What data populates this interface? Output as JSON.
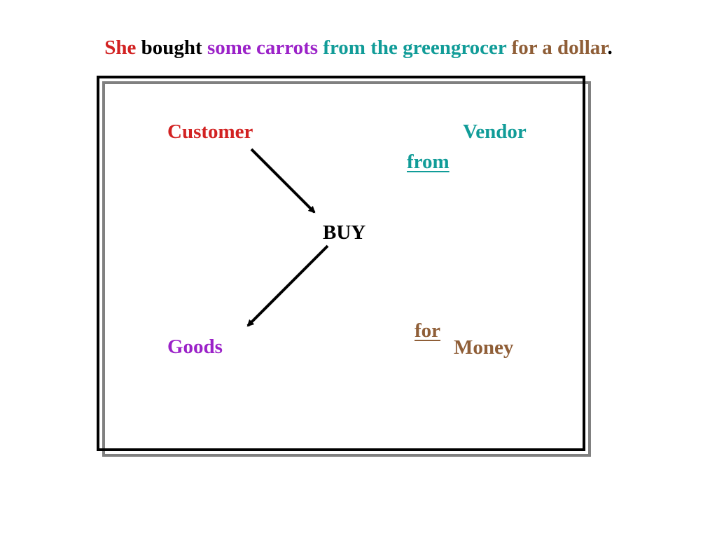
{
  "colors": {
    "agent": "#d22222",
    "verb": "#000000",
    "goods": "#9b22c8",
    "source": "#119c98",
    "money": "#8f5e37",
    "frame": "#000000",
    "shadow": "#808080"
  },
  "sentence": {
    "agent": "She",
    "verb": "bought",
    "goods": "some carrots",
    "source": "from the greengrocer",
    "money": "for a dollar",
    "period": "."
  },
  "diagram": {
    "customer": "Customer",
    "vendor": "Vendor",
    "from": "from",
    "buy": "BUY",
    "goods": "Goods",
    "for": "for",
    "money": "Money"
  }
}
